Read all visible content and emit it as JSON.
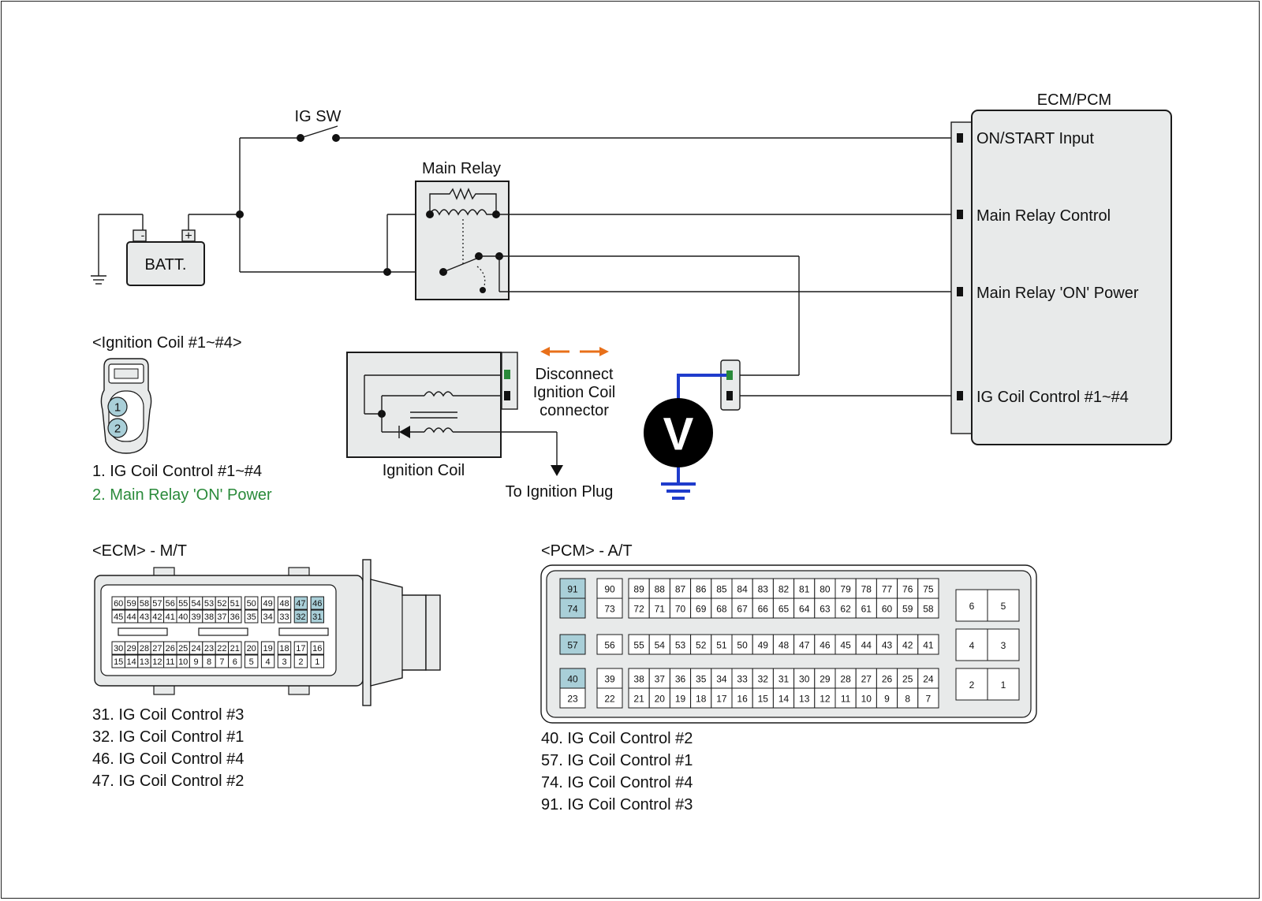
{
  "colors": {
    "accent_green": "#2a8a3a",
    "highlight_pin": "#a9cfd8",
    "probe_blue": "#1f3ccc",
    "arrow_orange": "#e8701a",
    "component_fill": "#e8eaea"
  },
  "circuit": {
    "ig_sw_label": "IG SW",
    "main_relay_label": "Main Relay",
    "battery_label": "BATT.",
    "battery_minus": "-",
    "battery_plus": "+",
    "ecm_pcm_title": "ECM/PCM",
    "ecm_pins": [
      "ON/START Input",
      "Main Relay Control",
      "Main Relay 'ON' Power",
      "IG Coil  Control #1~#4"
    ],
    "ignition_coil_label": "Ignition Coil",
    "disconnect_note": [
      "Disconnect",
      "Ignition Coil",
      "connector"
    ],
    "to_plug_label": "To Ignition Plug",
    "voltmeter_symbol": "V"
  },
  "coil_connector": {
    "title": "<Ignition Coil #1~#4>",
    "pin_numbers": [
      "1",
      "2"
    ],
    "pins": [
      {
        "text": "1. IG Coil  Control #1~#4",
        "highlight": false
      },
      {
        "text": "2. Main Relay 'ON' Power",
        "highlight": true
      }
    ]
  },
  "ecm_connector": {
    "title": "<ECM> - M/T",
    "row1": [
      "60",
      "59",
      "58",
      "57",
      "56",
      "55",
      "54",
      "53",
      "52",
      "51",
      "50",
      "49",
      "48",
      "47",
      "46"
    ],
    "row2": [
      "45",
      "44",
      "43",
      "42",
      "41",
      "40",
      "39",
      "38",
      "37",
      "36",
      "35",
      "34",
      "33",
      "32",
      "31"
    ],
    "row3": [
      "30",
      "29",
      "28",
      "27",
      "26",
      "25",
      "24",
      "23",
      "22",
      "21",
      "20",
      "19",
      "18",
      "17",
      "16"
    ],
    "row4": [
      "15",
      "14",
      "13",
      "12",
      "11",
      "10",
      "9",
      "8",
      "7",
      "6",
      "5",
      "4",
      "3",
      "2",
      "1"
    ],
    "highlighted": [
      "47",
      "46",
      "32",
      "31"
    ],
    "legend": [
      "31. IG Coil  Control #3",
      "32. IG Coil  Control #1",
      "46. IG Coil  Control #4",
      "47. IG Coil  Control #2"
    ]
  },
  "pcm_connector": {
    "title": "<PCM> - A/T",
    "g1_left": [
      [
        "91",
        "74"
      ]
    ],
    "g1_mid": [
      [
        "90",
        "73"
      ]
    ],
    "g1_top": [
      "89",
      "88",
      "87",
      "86",
      "85",
      "84",
      "83",
      "82",
      "81",
      "80",
      "79",
      "78",
      "77",
      "76",
      "75"
    ],
    "g1_bot": [
      "72",
      "71",
      "70",
      "69",
      "68",
      "67",
      "66",
      "65",
      "64",
      "63",
      "62",
      "61",
      "60",
      "59",
      "58"
    ],
    "g2_left": "57",
    "g2_mid": "56",
    "g2_row": [
      "55",
      "54",
      "53",
      "52",
      "51",
      "50",
      "49",
      "48",
      "47",
      "46",
      "45",
      "44",
      "43",
      "42",
      "41"
    ],
    "g3_left": [
      "40",
      "23"
    ],
    "g3_mid": [
      "39",
      "22"
    ],
    "g3_top": [
      "38",
      "37",
      "36",
      "35",
      "34",
      "33",
      "32",
      "31",
      "30",
      "29",
      "28",
      "27",
      "26",
      "25",
      "24"
    ],
    "g3_bot": [
      "21",
      "20",
      "19",
      "18",
      "17",
      "16",
      "15",
      "14",
      "13",
      "12",
      "11",
      "10",
      "9",
      "8",
      "7"
    ],
    "right_pairs": [
      [
        "6",
        "5"
      ],
      [
        "4",
        "3"
      ],
      [
        "2",
        "1"
      ]
    ],
    "highlighted": [
      "91",
      "74",
      "57",
      "40"
    ],
    "legend": [
      "40. IG Coil  Control #2",
      "57. IG Coil  Control #1",
      "74. IG Coil  Control #4",
      "91. IG Coil  Control #3"
    ]
  }
}
